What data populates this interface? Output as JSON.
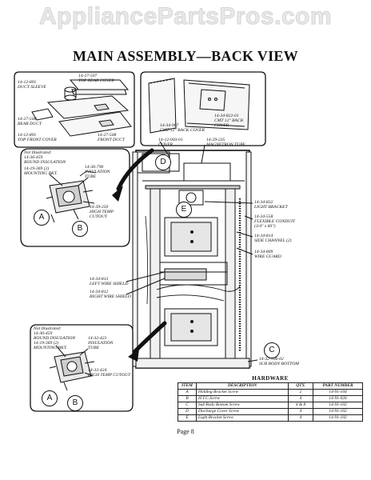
{
  "watermark": "AppliancePartsPros.com",
  "title": "MAIN ASSEMBLY—BACK VIEW",
  "labels": {
    "top_rear_cover": [
      "14-27-507",
      "TOP REAR COVER"
    ],
    "duct_sleeve": [
      "14-12-891",
      "DUCT SLEEVE"
    ],
    "rear_duct": [
      "14-27-508",
      "REAR DUCT"
    ],
    "top_front_cover": [
      "14-12-891",
      "TOP FRONT COVER"
    ],
    "front_duct": [
      "14-27-508",
      "FRONT DUCT"
    ],
    "cmt_back_cover": [
      "14-34-907",
      "CMT 12\" BACK COVER"
    ],
    "cmt_back_cover_2": [
      "14-34-822-01",
      "CMT 12\" BACK",
      "COVER"
    ],
    "round_insulation_1": [
      "Not Illustrated:",
      "14-36-459",
      "ROUND INSULATION"
    ],
    "mounting_bkt_1": [
      "14-19-369 (2)",
      "MOUNTING BKT."
    ],
    "insulation_tube_1": [
      "14-36-790",
      "INSULATION",
      "TUBE"
    ],
    "high_temp_cutout_1": [
      "14-39-250",
      "HIGH TEMP",
      "CUTOUT"
    ],
    "cover": [
      "14-12-003-01",
      "COVER"
    ],
    "magnetron_tube": [
      "14-29-235",
      "MAGNETRON TUBE"
    ],
    "light_bracket": [
      "14-34-832",
      "LIGHT BRACKET"
    ],
    "flexible_conduit": [
      "14-34-558",
      "FLEXIBLE CONDUIT",
      "(3/4\" x 60\")"
    ],
    "side_channel": [
      "14-34-814",
      "SIDE CHANNEL (2)"
    ],
    "wire_guard": [
      "14-34-809",
      "WIRE GUARD"
    ],
    "left_wire_shield": [
      "14-34-813",
      "LEFT WIRE SHIELD"
    ],
    "right_wire_shield": [
      "14-34-812",
      "RIGHT WIRE SHIELD"
    ],
    "round_insulation_2": [
      "Not Illustrated:",
      "14-36-459",
      "ROUND INSULATION"
    ],
    "mounting_bkt_2": [
      "14-19-369 (2)",
      "MOUNTING BKT."
    ],
    "insulation_tube_2": [
      "14-32-423",
      "INSULATION",
      "TUBE"
    ],
    "high_temp_cutout_2": [
      "14-32-424",
      "HIGH TEMP CUTOUT"
    ],
    "sub_body_bottom": [
      "14-32-306-02",
      "SUB BODY BOTTOM"
    ]
  },
  "callouts": {
    "a1": "A",
    "b1": "B",
    "d": "D",
    "e": "E",
    "c": "C",
    "a2": "A",
    "b2": "B"
  },
  "hardware": {
    "title": "HARDWARE",
    "headers": [
      "ITEM",
      "DESCRIPTION",
      "QTY.",
      "PART NUMBER"
    ],
    "rows": [
      [
        "A",
        "Holding Bracket Screw",
        "2",
        "14-91-104"
      ],
      [
        "B",
        "H.T.C.Screw",
        "4",
        "14-91-026"
      ],
      [
        "C",
        "Sub Body Bottom Screw",
        "4 & 8",
        "14-91-102"
      ],
      [
        "D",
        "Discharge Cover Screw",
        "4",
        "14-91-102"
      ],
      [
        "E",
        "Light Bracket Screw",
        "4",
        "14-91-102"
      ]
    ]
  },
  "page": "Page 8"
}
